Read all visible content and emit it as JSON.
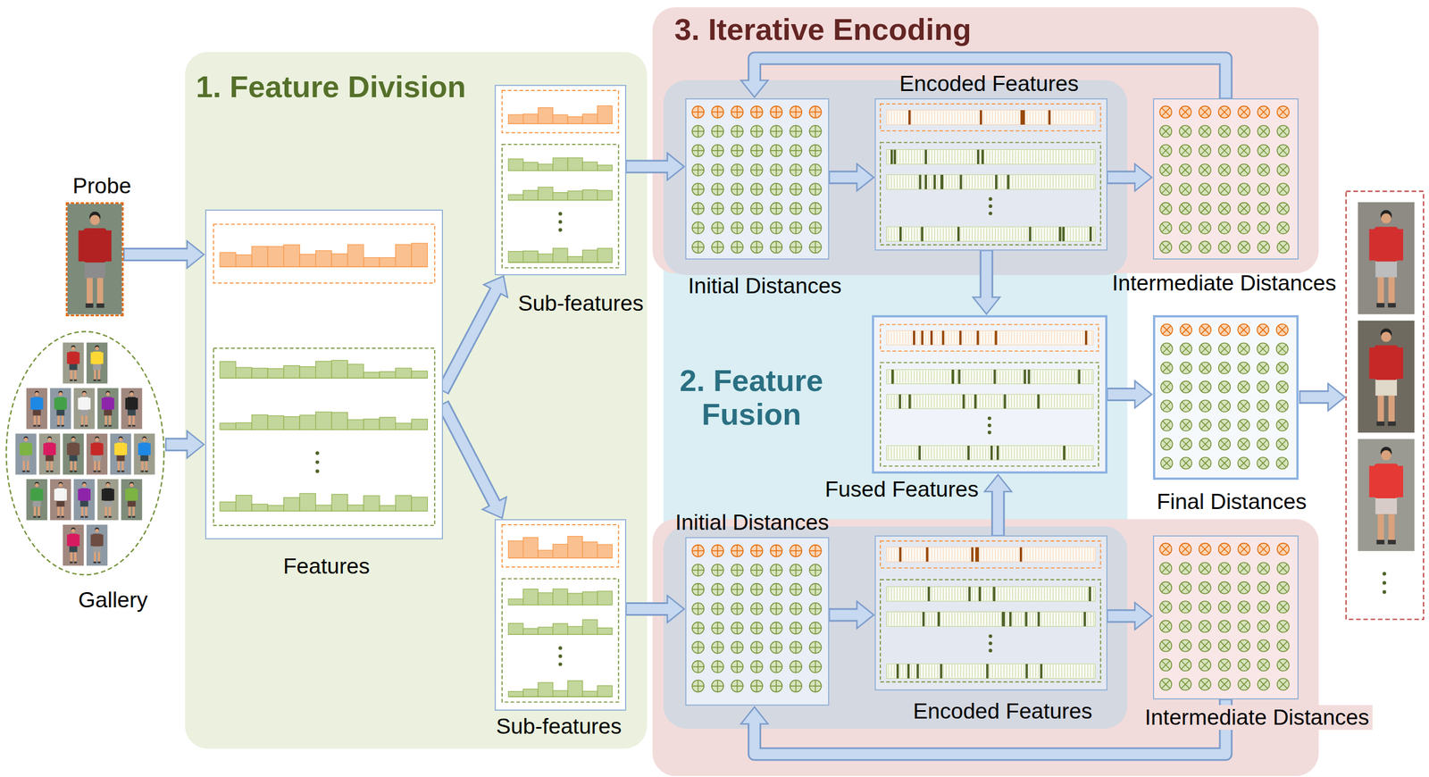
{
  "diagram": {
    "nodes": [
      {
        "text": [
          "Probe"
        ]
      },
      {
        "text": [
          "Gallery"
        ]
      },
      {
        "text": [
          "1. Feature Division"
        ]
      },
      {
        "text": [
          "Features"
        ],
        "in": 2
      },
      {
        "text": [
          "Sub-features"
        ],
        "in": 2
      },
      {
        "text": [
          "Sub-features"
        ],
        "in": 2
      },
      {
        "text": [
          "3. Iterative Encoding"
        ]
      },
      {
        "text": [
          "Initial Distances"
        ],
        "in": 6
      },
      {
        "text": [
          "Encoded Features"
        ],
        "in": 6
      },
      {
        "text": [
          "Intermediate Distances"
        ],
        "in": 6
      },
      {
        "text": [
          "2. Feature Fusion"
        ]
      },
      {
        "text": [
          "Fused Features"
        ],
        "in": 10
      },
      {
        "text": [
          "Final Distances"
        ]
      },
      {
        "text": [
          "Initial Distances"
        ]
      },
      {
        "text": [
          "Encoded Features"
        ]
      },
      {
        "text": [
          "Intermediate Distances"
        ]
      }
    ],
    "edges": [
      {
        "from": 0,
        "to": 3,
        "arrow": "to"
      },
      {
        "from": 1,
        "to": 3,
        "arrow": "to"
      },
      {
        "from": 3,
        "to": 4,
        "arrow": "to"
      },
      {
        "from": 3,
        "to": 5,
        "arrow": "to"
      },
      {
        "from": 4,
        "to": 7,
        "arrow": "to"
      },
      {
        "from": 7,
        "to": 8,
        "arrow": "to"
      },
      {
        "from": 8,
        "to": 9,
        "arrow": "to"
      },
      {
        "from": 9,
        "to": 7,
        "arrow": "to"
      },
      {
        "from": 8,
        "to": 11,
        "arrow": "to"
      },
      {
        "from": 11,
        "to": 12,
        "arrow": "to"
      },
      {
        "from": 5,
        "to": 13,
        "arrow": "to"
      },
      {
        "from": 13,
        "to": 14,
        "arrow": "to"
      },
      {
        "from": 14,
        "to": 15,
        "arrow": "to"
      },
      {
        "from": 15,
        "to": 13,
        "arrow": "to"
      },
      {
        "from": 14,
        "to": 11,
        "arrow": "to"
      }
    ]
  }
}
